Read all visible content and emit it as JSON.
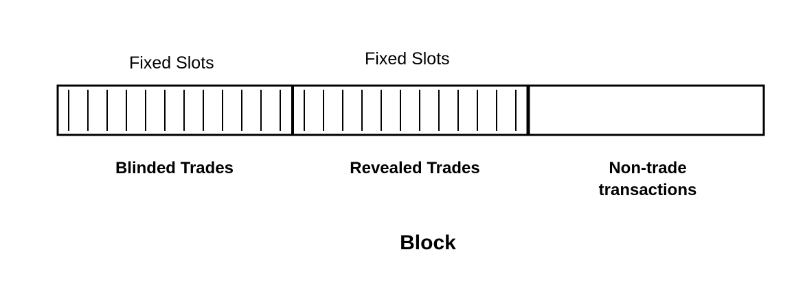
{
  "labels": {
    "fixed_slots_left": "Fixed Slots",
    "fixed_slots_middle": "Fixed Slots",
    "section_blinded": "Blinded Trades",
    "section_revealed": "Revealed Trades",
    "section_nontrade_line1": "Non-trade",
    "section_nontrade_line2": "transactions",
    "block_title": "Block"
  },
  "slots": {
    "blinded_count": 12,
    "revealed_count": 12
  },
  "colors": {
    "stroke": "#000000",
    "background": "#ffffff"
  }
}
